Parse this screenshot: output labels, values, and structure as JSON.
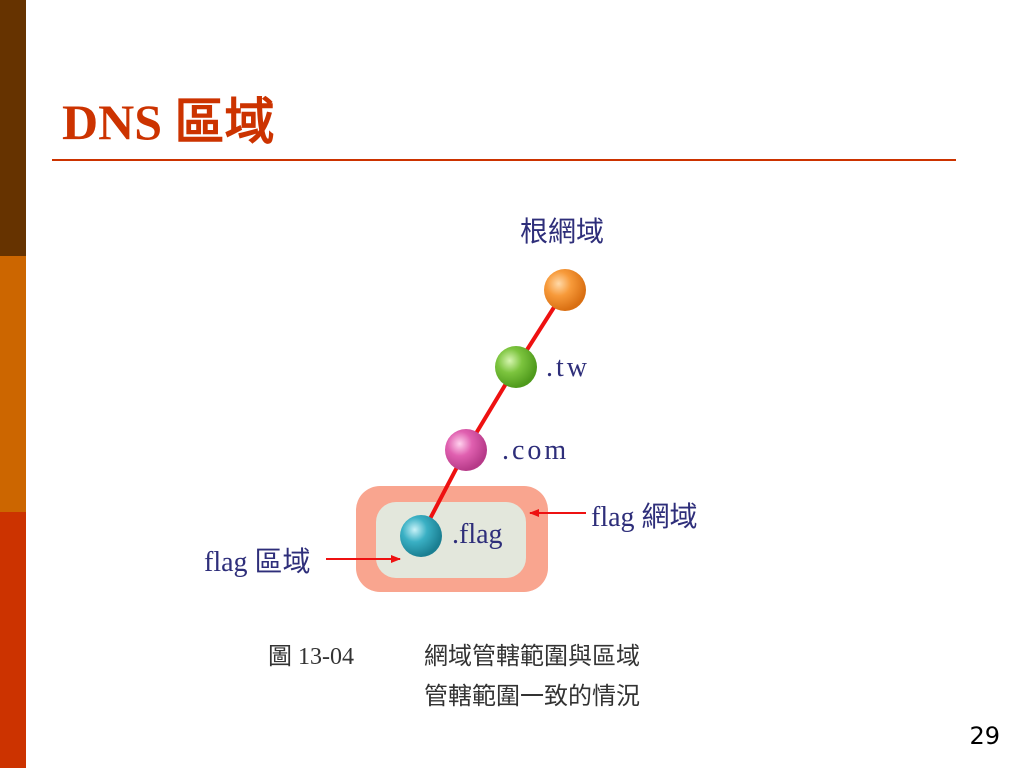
{
  "slide": {
    "title": "DNS 區域",
    "page_number": "29"
  },
  "diagram": {
    "root_label": "根網域",
    "nodes": [
      {
        "name": "root",
        "label": "",
        "color": "#f79a3a"
      },
      {
        "name": "tw",
        "label": ".tw",
        "color": "#7cc43e"
      },
      {
        "name": "com",
        "label": ".com",
        "color": "#e060b0"
      },
      {
        "name": "flag",
        "label": ".flag",
        "color": "#3ab0c4"
      }
    ],
    "domain_label": "flag 網域",
    "zone_label": "flag 區域",
    "colors": {
      "edge": "#ee1111",
      "domain_box": "#f9a58f",
      "zone_box": "#e3e7dc",
      "label": "#2e2e7a"
    }
  },
  "caption": {
    "figure_no": "圖 13-04",
    "line1": "網域管轄範圍與區域",
    "line2": "管轄範圍一致的情況"
  }
}
